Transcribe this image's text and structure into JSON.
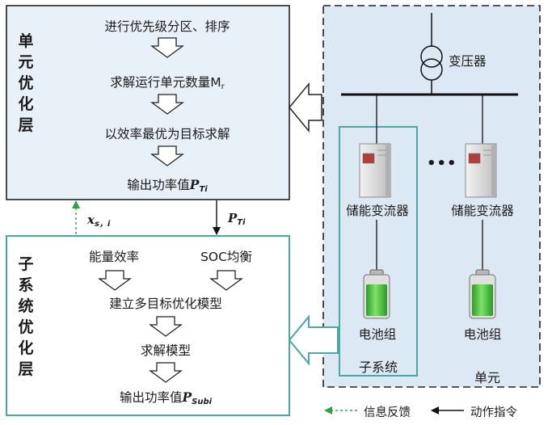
{
  "unit_layer": {
    "title_chars": [
      "单",
      "元",
      "优",
      "化",
      "层"
    ],
    "steps": [
      "进行优先级分区、排序",
      "求解运行单元数量",
      "以效率最优为目标求解",
      "输出功率值"
    ],
    "step2_symbol": "M",
    "step2_sub": "r",
    "step4_symbol": "P",
    "step4_sub": "Ti"
  },
  "subsystem_layer": {
    "title_chars": [
      "子",
      "系",
      "统",
      "优",
      "化",
      "层"
    ],
    "input_left": "能量效率",
    "input_right": "SOC均衡",
    "steps": [
      "建立多目标优化模型",
      "求解模型",
      "输出功率值"
    ],
    "output_symbol": "P",
    "output_sub": "Subi"
  },
  "links": {
    "feedback_symbol": "x",
    "feedback_sub": "s，i",
    "command_symbol": "P",
    "command_sub": "Ti"
  },
  "unit": {
    "transformer_label": "变压器",
    "pcs_label_left": "储能变流器",
    "pcs_label_right": "储能变流器",
    "ellipsis": "•••",
    "battery_label_left": "电池组",
    "battery_label_right": "电池组",
    "subsystem_label": "子系统",
    "unit_label": "单元"
  },
  "legend": {
    "feedback": "信息反馈",
    "command": "动作指令"
  },
  "colors": {
    "unit_layer_fill": "#e8f0f8",
    "teal": "#4aa8a2",
    "unit_fill": "#dce8f3",
    "battery_green": "#3ec23a"
  }
}
